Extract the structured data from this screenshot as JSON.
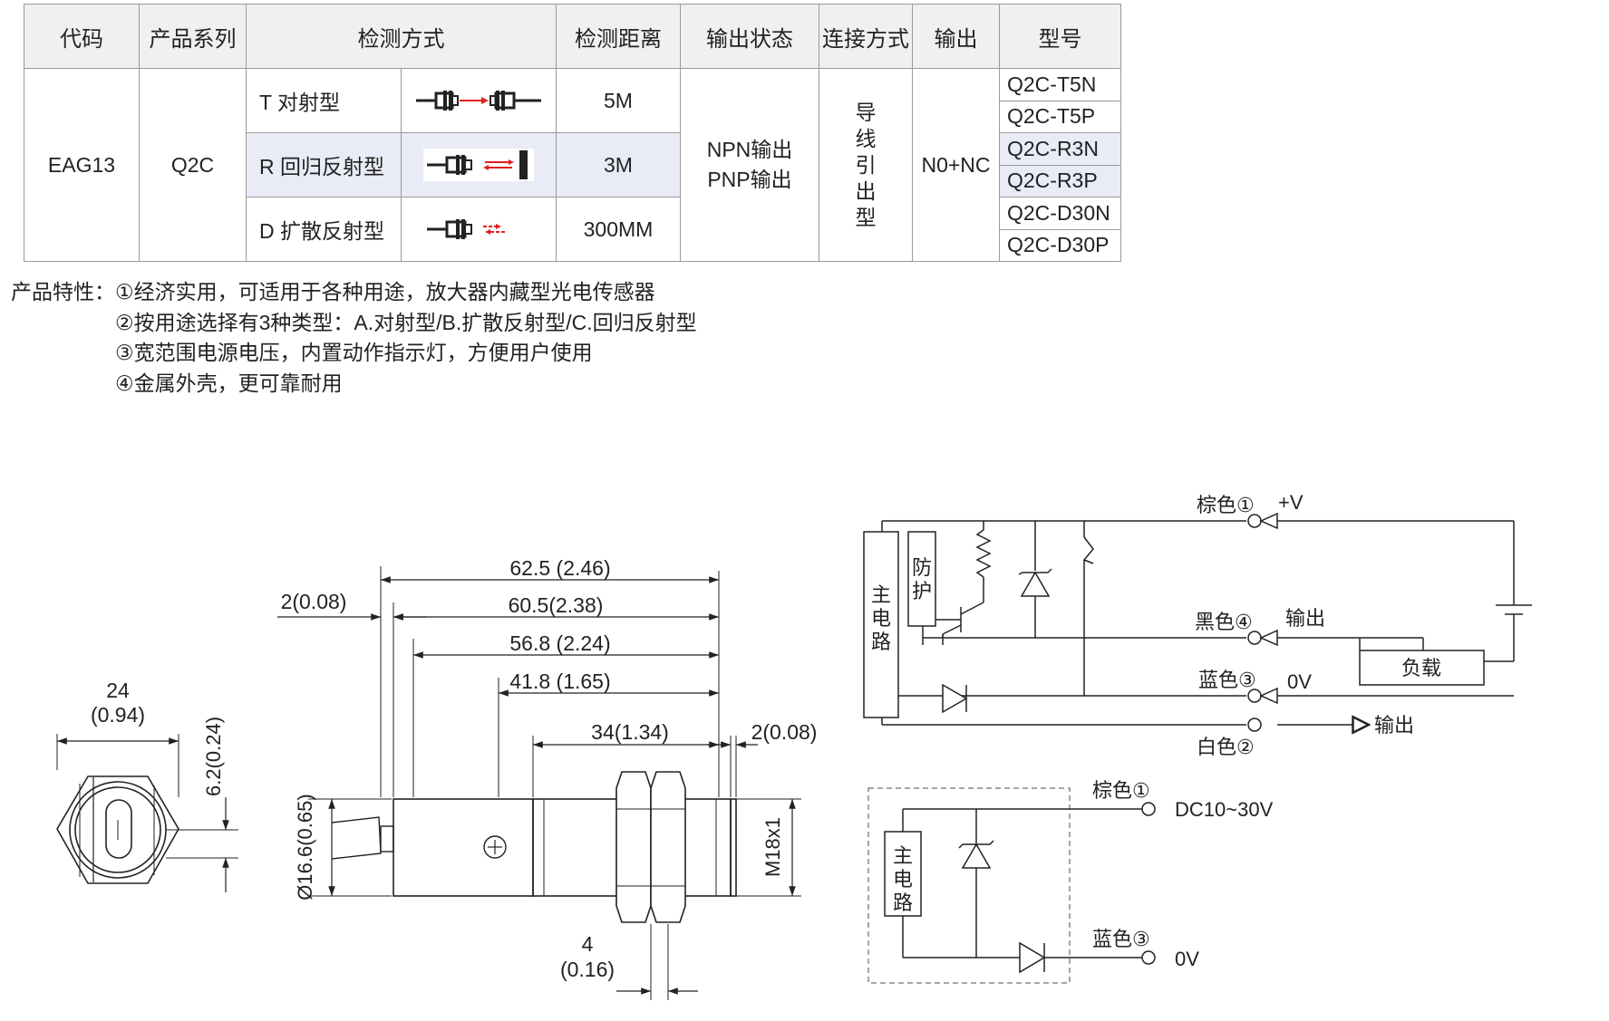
{
  "table": {
    "headers": [
      "代码",
      "产品系列",
      "检测方式",
      "检测距离",
      "输出状态",
      "连接方式",
      "输出",
      "型号"
    ],
    "code": "EAG13",
    "series": "Q2C",
    "methods": [
      {
        "name": "T 对射型",
        "distance": "5M"
      },
      {
        "name": "R 回归反射型",
        "distance": "3M"
      },
      {
        "name": "D 扩散反射型",
        "distance": "300MM"
      }
    ],
    "output_state": [
      "NPN输出",
      "PNP输出"
    ],
    "connection": [
      "导",
      "线",
      "引",
      "出",
      "型"
    ],
    "output": "N0+NC",
    "models": [
      "Q2C-T5N",
      "Q2C-T5P",
      "Q2C-R3N",
      "Q2C-R3P",
      "Q2C-D30N",
      "Q2C-D30P"
    ],
    "highlight_color": "#e9ecf6"
  },
  "features": {
    "label": "产品特性：",
    "items": [
      "①经济实用，可适用于各种用途，放大器内藏型光电传感器",
      "②按用途选择有3种类型：A.对射型/B.扩散反射型/C.回归反射型",
      "③宽范围电源电压，内置动作指示灯，方便用户使用",
      "④金属外壳，更可靠耐用"
    ]
  },
  "dimensions": {
    "front_width": "24",
    "front_width_in": "(0.94)",
    "front_slot": "6.2(0.24)",
    "overall": "62.5 (2.46)",
    "body": "60.5(2.38)",
    "d56": "56.8 (2.24)",
    "d41": "41.8 (1.65)",
    "d34": "34(1.34)",
    "cable": "2(0.08)",
    "tip": "2(0.08)",
    "diameter": "Ø16.6(0.65)",
    "thread": "M18x1",
    "nut": "4",
    "nut_in": "(0.16)"
  },
  "circuit1": {
    "brown": "棕色①",
    "plus_v": "+V",
    "black": "黑色④",
    "output": "输出",
    "blue": "蓝色③",
    "zero_v": "0V",
    "white": "白色②",
    "output2": "输出",
    "load": "负载",
    "main": [
      "主",
      "电",
      "路"
    ],
    "protect": [
      "防",
      "护"
    ]
  },
  "circuit2": {
    "brown": "棕色①",
    "dc": "DC10~30V",
    "blue": "蓝色③",
    "zero_v": "0V",
    "main": [
      "主",
      "电",
      "路"
    ]
  }
}
